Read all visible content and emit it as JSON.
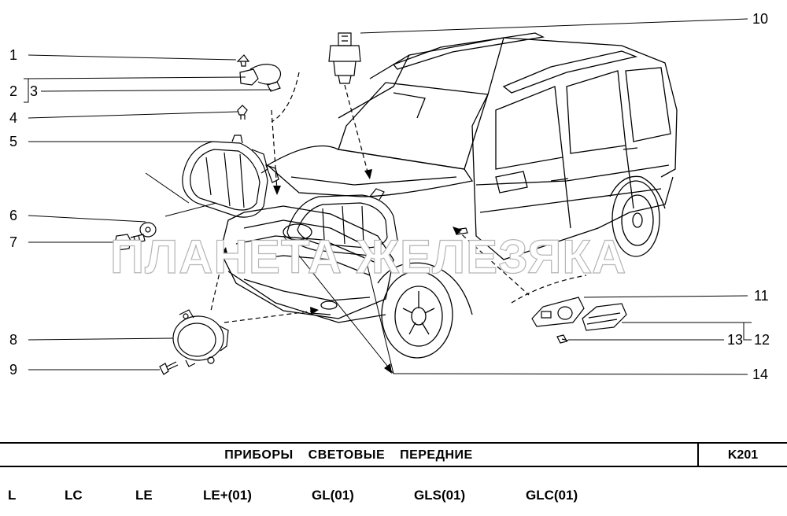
{
  "callouts": {
    "c1": "1",
    "c2": "2",
    "c3": "3",
    "c4": "4",
    "c5": "5",
    "c6": "6",
    "c7": "7",
    "c8": "8",
    "c9": "9",
    "c10": "10",
    "c11": "11",
    "c12": "12",
    "c13": "13",
    "c14": "14"
  },
  "watermark": "ПЛАНЕТА ЖЕЛЕЗЯКА",
  "title_bar": {
    "title": "ПРИБОРЫ СВЕТОВЫЕ ПЕРЕДНИЕ",
    "code": "K201"
  },
  "variants": [
    "L",
    "LC",
    "LE",
    "LE+(01)",
    "GL(01)",
    "GLS(01)",
    "GLC(01)"
  ]
}
